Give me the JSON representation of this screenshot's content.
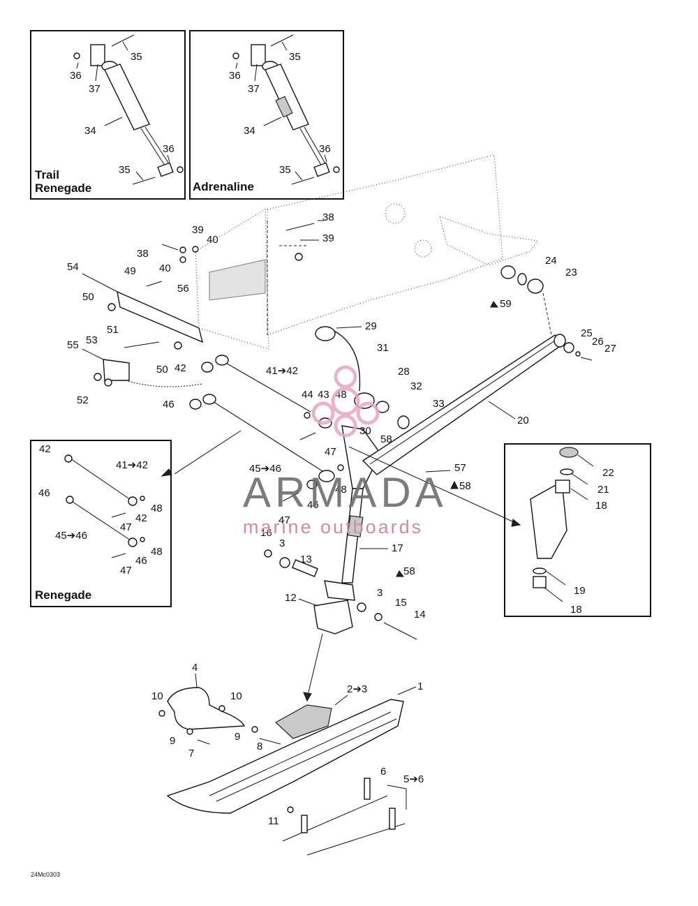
{
  "boxes": {
    "trail": {
      "title_line1": "Trail",
      "title_line2": "Renegade"
    },
    "adrenaline": {
      "title": "Adrenaline"
    },
    "renegade": {
      "title": "Renegade"
    }
  },
  "callouts": {
    "c1": "1",
    "c2_3": "2➔3",
    "c3a": "3",
    "c3b": "3",
    "c4": "4",
    "c5_6": "5➔6",
    "c6": "6",
    "c7": "7",
    "c8": "8",
    "c9a": "9",
    "c9b": "9",
    "c10a": "10",
    "c10b": "10",
    "c11": "11",
    "c12": "12",
    "c13": "13",
    "c14": "14",
    "c15": "15",
    "c16": "16",
    "c17": "17",
    "c18a": "18",
    "c18b": "18",
    "c19": "19",
    "c20": "20",
    "c21": "21",
    "c22": "22",
    "c23": "23",
    "c24": "24",
    "c25": "25",
    "c26": "26",
    "c27": "27",
    "c28": "28",
    "c29": "29",
    "c30": "30",
    "c31": "31",
    "c32": "32",
    "c33": "33",
    "c38a": "38",
    "c38b": "38",
    "c39a": "39",
    "c39b": "39",
    "c40a": "40",
    "c40b": "40",
    "c41_42": "41➔42",
    "c42": "42",
    "c43": "43",
    "c44": "44",
    "c45_46": "45➔46",
    "c46a": "46",
    "c46b": "46",
    "c47a": "47",
    "c47b": "47",
    "c48a": "48",
    "c48b": "48",
    "c49": "49",
    "c50a": "50",
    "c50b": "50",
    "c51": "51",
    "c52": "52",
    "c53": "53",
    "c54": "54",
    "c55": "55",
    "c56": "56",
    "c57": "57",
    "c58a": "58",
    "c58b": "58",
    "c58c": "58",
    "c59": "59",
    "t35a": "35",
    "t36a": "36",
    "t37": "37",
    "t34": "34",
    "t36b": "36",
    "t35b": "35",
    "a35a": "35",
    "a36a": "36",
    "a37": "37",
    "a34": "34",
    "a36b": "36",
    "a35b": "35",
    "r42a": "42",
    "r41_42": "41➔42",
    "r48a": "48",
    "r42b": "42",
    "r46a": "46",
    "r47a": "47",
    "r45_46": "45➔46",
    "r48b": "48",
    "r46b": "46",
    "r47b": "47"
  },
  "watermark": {
    "brand": "ARMADA",
    "tagline": "marine outboards",
    "accent_color": "#e8a6c3"
  },
  "drawing_code": "24Mc0303"
}
